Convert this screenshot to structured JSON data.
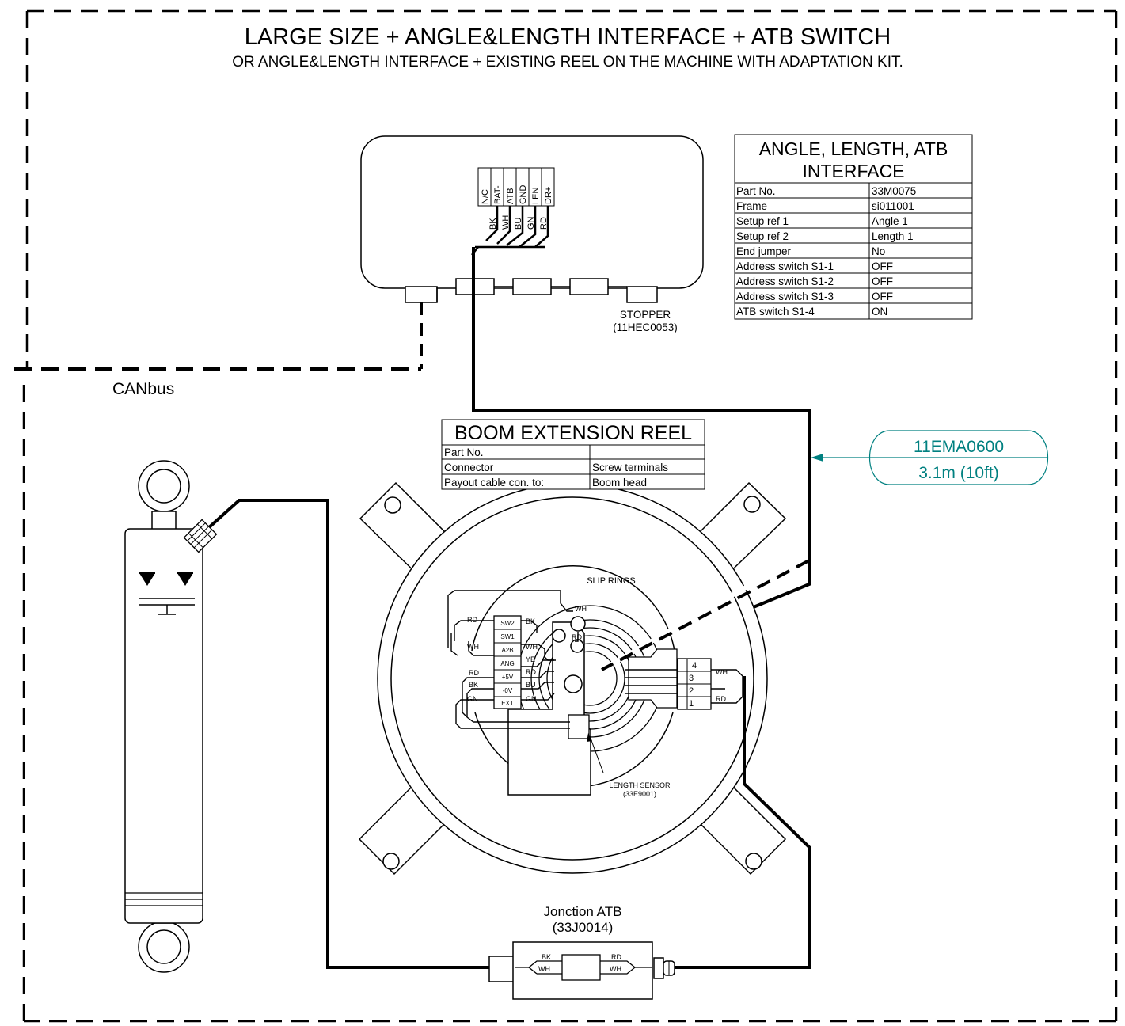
{
  "title": "LARGE SIZE + ANGLE&LENGTH INTERFACE + ATB SWITCH",
  "subtitle": "OR ANGLE&LENGTH INTERFACE + EXISTING REEL ON THE MACHINE WITH ADAPTATION KIT.",
  "canbus_label": "CANbus",
  "stopper": {
    "name": "STOPPER",
    "part": "(11HEC0053)"
  },
  "interface_terminals": [
    "N/C",
    "BAT-",
    "ATB",
    "GND",
    "LEN",
    "DR+"
  ],
  "interface_wires": [
    "BK",
    "WH",
    "BU",
    "GN",
    "RD"
  ],
  "interface_table": {
    "title_line1": "ANGLE, LENGTH, ATB",
    "title_line2": "INTERFACE",
    "rows": [
      [
        "Part No.",
        "33M0075"
      ],
      [
        "Frame",
        "si011001"
      ],
      [
        "Setup ref 1",
        "Angle 1"
      ],
      [
        "Setup ref 2",
        "Length 1"
      ],
      [
        "End jumper",
        "No"
      ],
      [
        "Address switch S1-1",
        "OFF"
      ],
      [
        "Address switch S1-2",
        "OFF"
      ],
      [
        "Address switch S1-3",
        "OFF"
      ],
      [
        "ATB switch S1-4",
        "ON"
      ]
    ]
  },
  "reel_table": {
    "title": "BOOM EXTENSION REEL",
    "rows": [
      [
        "Part No.",
        ""
      ],
      [
        "Connector",
        "Screw terminals"
      ],
      [
        "Payout cable con. to:",
        "Boom head"
      ]
    ]
  },
  "cable_callout": {
    "part": "11EMA0600",
    "length": "3.1m (10ft)",
    "color": "#008080"
  },
  "slip_rings_label": "SLIP RINGS",
  "terminal_block": [
    "SW2",
    "SW1",
    "A2B",
    "ANG",
    "+5V",
    "-0V",
    "EXT"
  ],
  "terminal_left_wires": [
    "RD",
    "WH",
    "RD",
    "BK",
    "GN"
  ],
  "terminal_right_wires": [
    "BK",
    "WH",
    "YE",
    "RD",
    "BU",
    "GN"
  ],
  "slip_ring_wires": [
    "WH",
    "RD"
  ],
  "ring_terminals": [
    "4",
    "3",
    "2",
    "1"
  ],
  "ring_wires": [
    "WH",
    "RD"
  ],
  "length_sensor": {
    "name": "LENGTH SENSOR",
    "part": "(33E9001)"
  },
  "junction": {
    "name": "Jonction ATB",
    "part": "(33J0014)",
    "wires_left": [
      "BK",
      "WH"
    ],
    "wires_right": [
      "RD",
      "WH"
    ]
  }
}
